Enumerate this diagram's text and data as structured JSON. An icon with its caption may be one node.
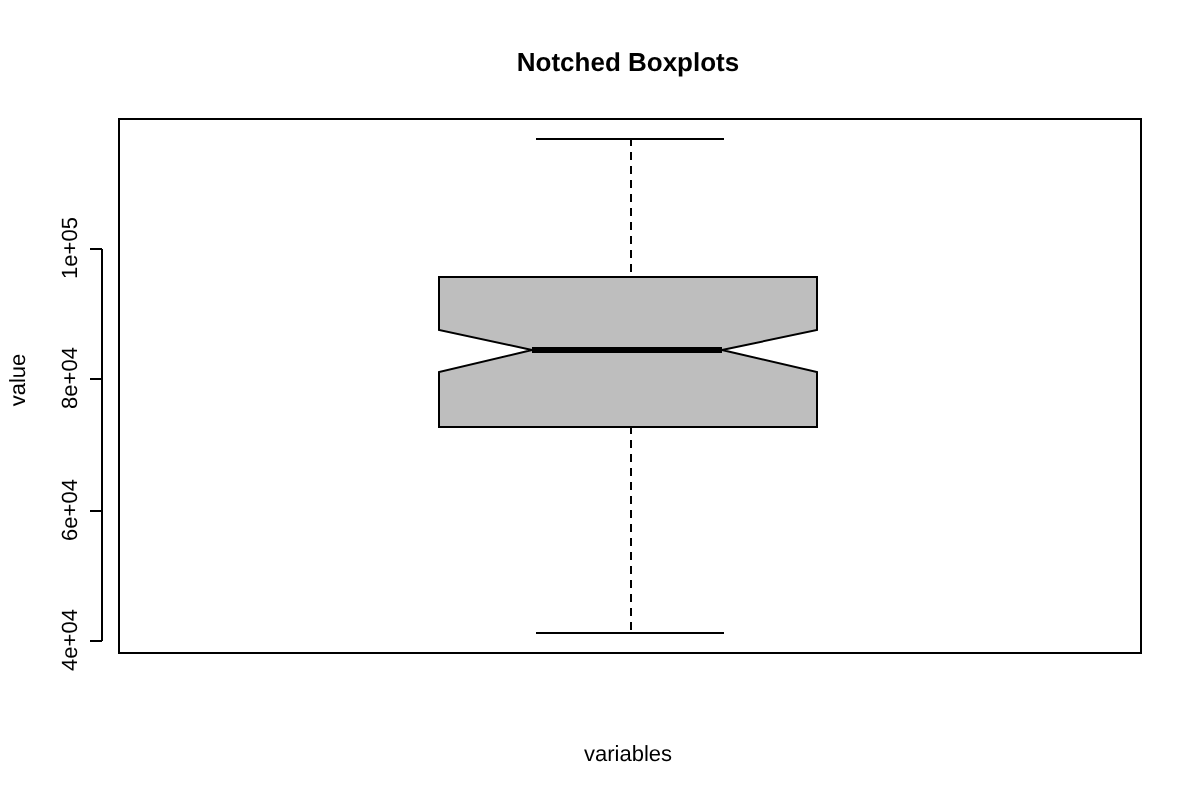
{
  "diagram": {
    "title": "Notched Boxplots",
    "labels": [
      "1e+05",
      "value",
      "8e+04",
      "6e+04",
      "4e+04",
      "variables"
    ]
  }
}
